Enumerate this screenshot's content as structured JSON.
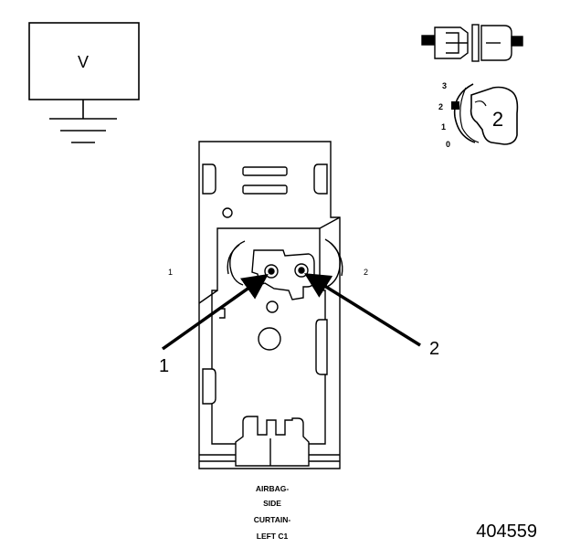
{
  "meter_label": "V",
  "connector_name": [
    "AIRBAG-",
    "SIDE",
    "CURTAIN-",
    "LEFT C1"
  ],
  "callouts": {
    "one": "1",
    "two": "2"
  },
  "cavity_labels": {
    "left": "1",
    "right": "2"
  },
  "selector": {
    "positions": [
      "3",
      "2",
      "1",
      "0"
    ],
    "selected": "2"
  },
  "figure_number": "404559"
}
